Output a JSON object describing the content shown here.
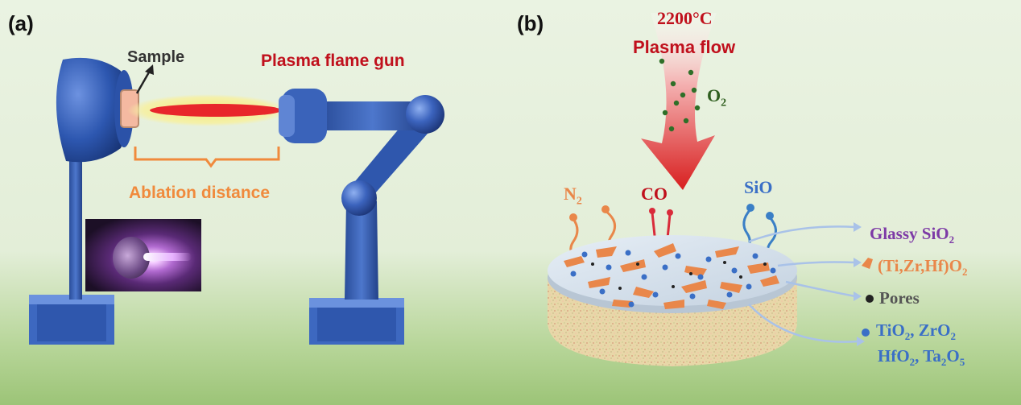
{
  "panel_a": {
    "tag": "(a)",
    "sample_label": "Sample",
    "gun_label": "Plasma flame gun",
    "distance_label": "Ablation distance"
  },
  "panel_b": {
    "tag": "(b)",
    "temperature": "2200°C",
    "flow_label": "Plasma flow",
    "o2_base": "O",
    "o2_sub": "2",
    "n2_base": "N",
    "n2_sub": "2",
    "co_label": "CO",
    "sio_label": "SiO",
    "legend": {
      "glassy_base": "Glassy SiO",
      "glassy_sub": "2",
      "oxide_base": "(Ti,Zr,Hf)O",
      "oxide_sub": "2",
      "pores": "Pores",
      "line1_a": "TiO",
      "line1_a_sub": "2",
      "line1_b": ", ZrO",
      "line1_b_sub": "2",
      "line2_a": "HfO",
      "line2_a_sub": "2",
      "line2_b": ", Ta",
      "line2_b_sub": "2",
      "line2_c": "O",
      "line2_c_sub": "5"
    }
  },
  "colors": {
    "device_blue": "#3a62b8",
    "flame_red": "#e8262b",
    "flame_yellow": "#f3ea78",
    "bracket_orange": "#f08a3c",
    "title_red": "#c0101c",
    "o2_green": "#2f5f1f",
    "oxide_orange": "#e9874a",
    "glassy_purple": "#7d3aa6",
    "oxide_dot_blue": "#3a6fc6"
  }
}
